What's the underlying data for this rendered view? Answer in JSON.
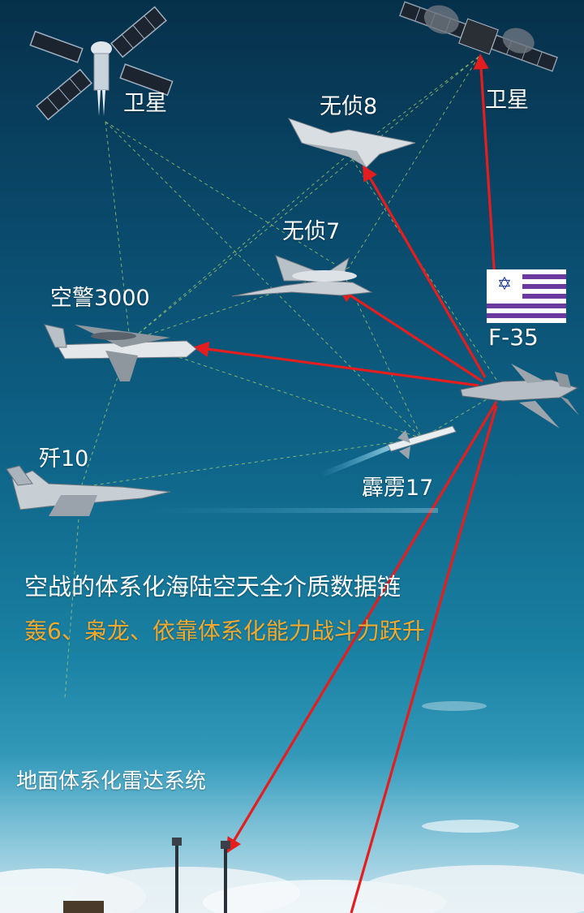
{
  "labels": {
    "satellite_left": "卫星",
    "satellite_right": "卫星",
    "wz8": "无侦8",
    "wz7": "无侦7",
    "kj3000": "空警3000",
    "j10": "歼10",
    "pl17": "霹雳17",
    "f35": "F-35",
    "ground_radar": "地面体系化雷达系统"
  },
  "headline": {
    "line1": "空战的体系化海陆空天全介质数据链",
    "line2": "轰6、枭龙、依靠体系化能力战斗力跃升"
  },
  "flag": {
    "emblem": "✡"
  },
  "colors": {
    "arrow": "#e41e1e",
    "link": "#a8d070",
    "subtitle": "#f2a92c",
    "flag_stripe": "#6a3a9e"
  }
}
